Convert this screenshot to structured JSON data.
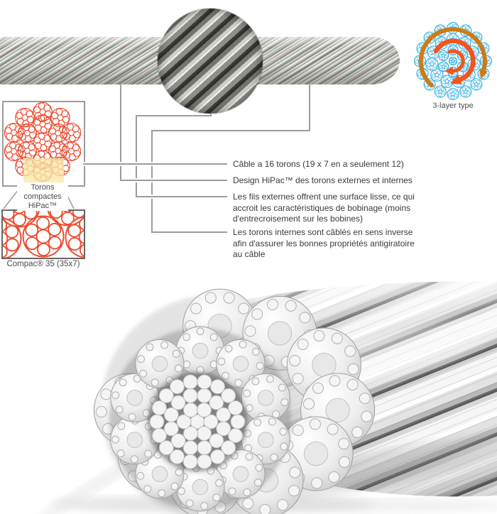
{
  "figure": {
    "captions": {
      "strand_box": "Torons compactes HiPac™",
      "zoom_box": "Compac® 35 (35x7)",
      "three_layer": "3-layer type"
    },
    "annotations": [
      "Câble a 16 torons (19 x 7 en a seulement 12)",
      "Design HiPac™ des torons externes et internes",
      "Les fils externes offrent une surface lisse, ce qui accroit les caractéristiques de bobinage (moins d'entrecroisement sur les bobines)",
      "Les torons internes sont câblés en sens inverse afin d'assurer les bonnes propriétés antigiratoire au câble"
    ],
    "colors": {
      "annotation_line": "#9c9c9c",
      "text": "#3a3a3a",
      "strand_red": "#ee4d31",
      "highlight_yellow": "#f8e7a8",
      "diagram_blue": "#29abe2",
      "arrow_orange": "#f4541d",
      "arrow_brown": "#cb7c15"
    }
  }
}
